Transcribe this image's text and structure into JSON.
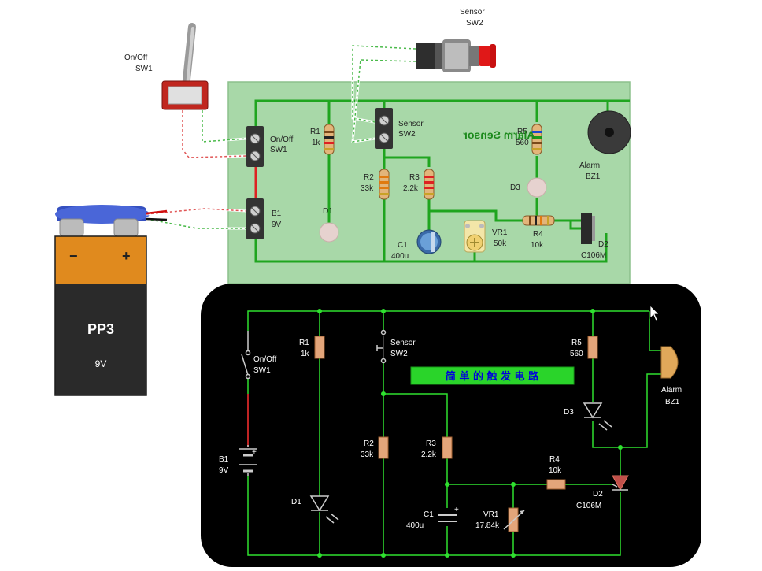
{
  "colors": {
    "board": "#a8d8a8",
    "board_trace": "#1fa51f",
    "schematic_bg": "#000000",
    "schematic_wire": "#2fe02f",
    "component_fill": "#e3a57a",
    "title_bar_bg": "#2ad42a",
    "title_bar_text": "#0000dd",
    "battery_orange": "#e08a1e",
    "battery_black": "#222222"
  },
  "title_banner": "简 单 的 触 发 电 路",
  "board_title": "Alarm Sensor",
  "battery": {
    "model": "PP3",
    "voltage": "9V",
    "minus": "−",
    "plus": "+"
  },
  "switches": {
    "sw1": {
      "line1": "On/Off",
      "line2": "SW1"
    },
    "sw2": {
      "line1": "Sensor",
      "line2": "SW2"
    }
  },
  "board_labels": {
    "sw1_a": "On/Off",
    "sw1_b": "SW1",
    "b1_a": "B1",
    "b1_b": "9V",
    "sw2_a": "Sensor",
    "sw2_b": "SW2",
    "r1_a": "R1",
    "r1_b": "1k",
    "r2_a": "R2",
    "r2_b": "33k",
    "r3_a": "R3",
    "r3_b": "2.2k",
    "r5_a": "R5",
    "r5_b": "560",
    "d1": "D1",
    "d3": "D3",
    "c1_a": "C1",
    "c1_b": "400u",
    "vr1_a": "VR1",
    "vr1_b": "50k",
    "r4_a": "R4",
    "r4_b": "10k",
    "d2_a": "D2",
    "d2_b": "C106M",
    "bz_a": "Alarm",
    "bz_b": "BZ1"
  },
  "schematic_labels": {
    "sw1_a": "On/Off",
    "sw1_b": "SW1",
    "b1_a": "B1",
    "b1_b": "9V",
    "r1_a": "R1",
    "r1_b": "1k",
    "sw2_a": "Sensor",
    "sw2_b": "SW2",
    "r2_a": "R2",
    "r2_b": "33k",
    "r3_a": "R3",
    "r3_b": "2.2k",
    "c1_a": "C1",
    "c1_b": "400u",
    "vr1_a": "VR1",
    "vr1_b": "17.84k",
    "r4_a": "R4",
    "r4_b": "10k",
    "r5_a": "R5",
    "r5_b": "560",
    "d1": "D1",
    "d3": "D3",
    "d2_a": "D2",
    "d2_b": "C106M",
    "bz_a": "Alarm",
    "bz_b": "BZ1",
    "plus": "+"
  }
}
